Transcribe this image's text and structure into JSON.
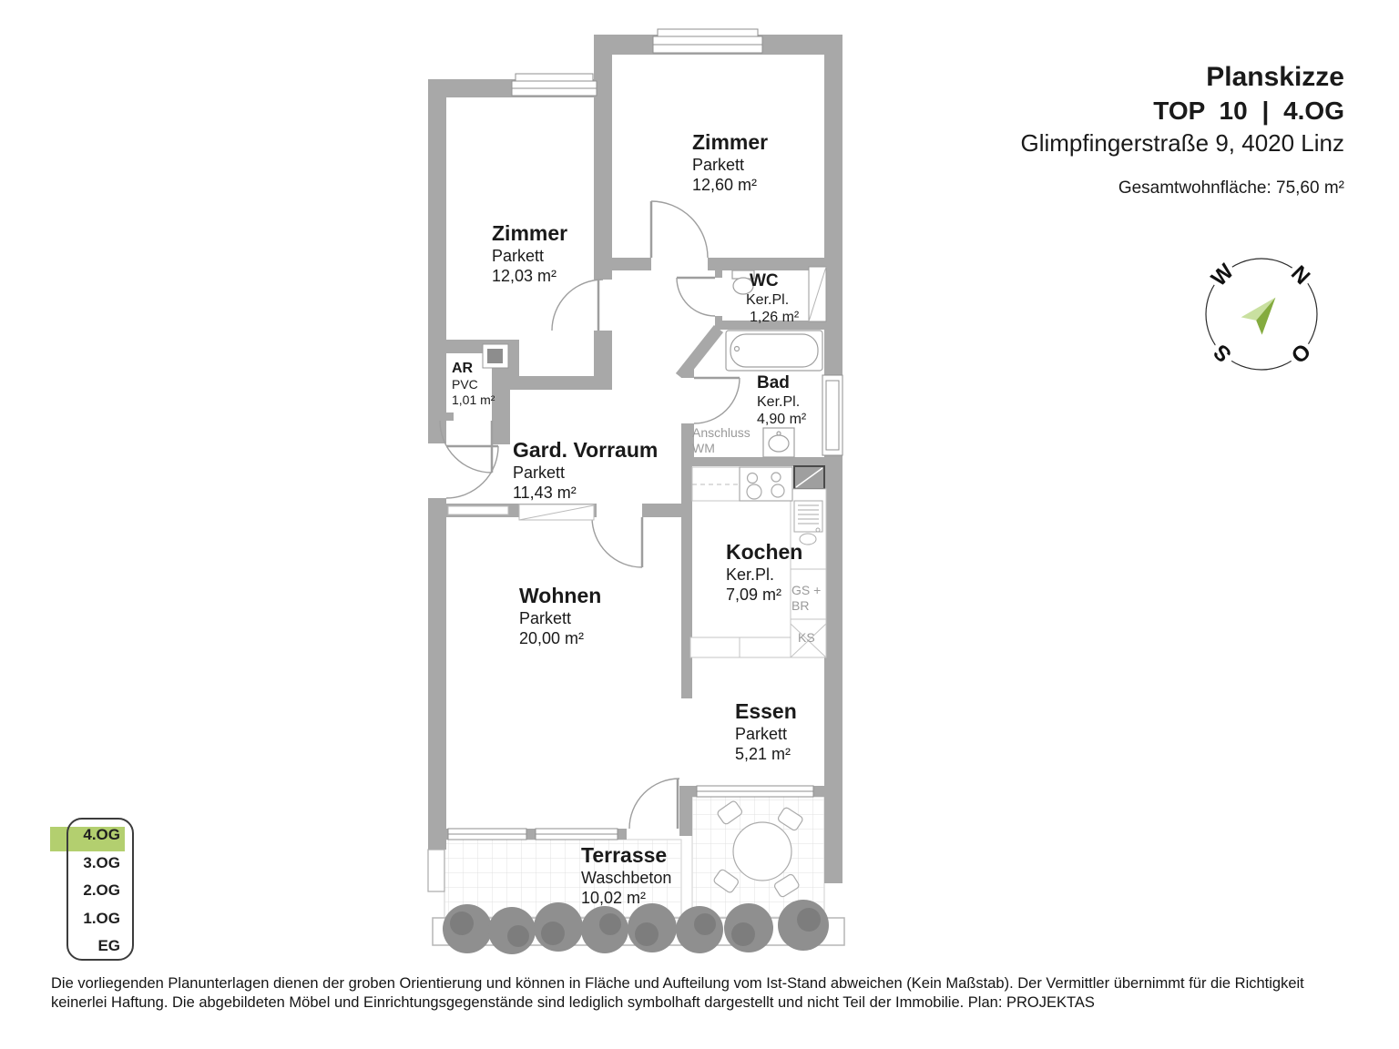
{
  "header": {
    "title": "Planskizze",
    "unit_floor": "TOP 10 | 4.OG",
    "address": "Glimpfingerstraße 9, 4020 Linz",
    "total_area": "Gesamtwohnfläche: 75,60 m²"
  },
  "compass": {
    "north": "N",
    "east": "O",
    "south": "S",
    "west": "W"
  },
  "rooms": {
    "zimmer1": {
      "name": "Zimmer",
      "floor": "Parkett",
      "area": "12,60 m²"
    },
    "zimmer2": {
      "name": "Zimmer",
      "floor": "Parkett",
      "area": "12,03 m²"
    },
    "wc": {
      "name": "WC",
      "floor": "Ker.Pl.",
      "area": "1,26 m²"
    },
    "bad": {
      "name": "Bad",
      "floor": "Ker.Pl.",
      "area": "4,90 m²"
    },
    "ar": {
      "name": "AR",
      "floor": "PVC",
      "area": "1,01 m²"
    },
    "vorraum": {
      "name": "Gard. Vorraum",
      "floor": "Parkett",
      "area": "11,43 m²"
    },
    "wohnen": {
      "name": "Wohnen",
      "floor": "Parkett",
      "area": "20,00 m²"
    },
    "kochen": {
      "name": "Kochen",
      "floor": "Ker.Pl.",
      "area": "7,09 m²"
    },
    "essen": {
      "name": "Essen",
      "floor": "Parkett",
      "area": "5,21 m²"
    },
    "terrasse": {
      "name": "Terrasse",
      "floor": "Waschbeton",
      "area": "10,02 m²"
    }
  },
  "annotations": {
    "anschluss_line1": "Anschluss",
    "anschluss_line2": "WM",
    "gs_br_line1": "GS +",
    "gs_br_line2": "BR",
    "ks": "KS"
  },
  "floor_selector": {
    "active_index": 0,
    "items": [
      {
        "label": "4.OG"
      },
      {
        "label": "3.OG"
      },
      {
        "label": "2.OG"
      },
      {
        "label": "1.OG"
      },
      {
        "label": "EG"
      }
    ]
  },
  "disclaimer": {
    "line1": "Die vorliegenden Planunterlagen dienen der groben Orientierung und können in Fläche und Aufteilung vom Ist-Stand abweichen (Kein Maßstab). Der Vermittler übernimmt für die Richtigkeit",
    "line2": "keinerlei Haftung. Die abgebildeten Möbel und Einrichtungsgegenstände sind lediglich symbolhaft dargestellt und nicht Teil der Immobilie. Plan: PROJEKTAS"
  },
  "colors": {
    "wall": "#a8a8a8",
    "highlight_green": "#b3cf6f",
    "arrow_light": "#c9e0a0",
    "arrow_dark": "#84ab3f"
  }
}
